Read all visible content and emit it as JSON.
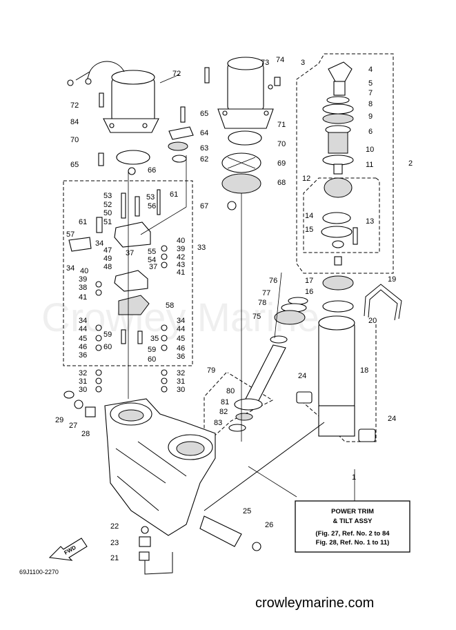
{
  "diagram": {
    "callouts": [
      "1",
      "2",
      "3",
      "4",
      "5",
      "6",
      "7",
      "8",
      "9",
      "10",
      "11",
      "12",
      "13",
      "14",
      "15",
      "16",
      "17",
      "18",
      "19",
      "20",
      "21",
      "22",
      "23",
      "24",
      "25",
      "26",
      "27",
      "28",
      "29",
      "30",
      "31",
      "32",
      "33",
      "34",
      "35",
      "36",
      "37",
      "38",
      "39",
      "40",
      "41",
      "42",
      "43",
      "44",
      "45",
      "46",
      "47",
      "48",
      "49",
      "50",
      "51",
      "52",
      "53",
      "54",
      "55",
      "56",
      "57",
      "58",
      "59",
      "60",
      "61",
      "62",
      "63",
      "64",
      "65",
      "66",
      "67",
      "68",
      "69",
      "70",
      "71",
      "72",
      "73",
      "74",
      "75",
      "76",
      "77",
      "78",
      "79",
      "80",
      "81",
      "82",
      "83",
      "84"
    ],
    "info_box": {
      "line1": "POWER TRIM",
      "line2": "& TILT ASSY",
      "line3": "(Fig. 27, Ref. No. 2 to 84",
      "line4": "Fig. 28, Ref. No. 1 to 11)"
    },
    "fwd_label": "FWD",
    "drawing_code": "69J1100-2270",
    "faint_watermark": "Crowley Marine",
    "watermark": "crowleymarine.com"
  }
}
